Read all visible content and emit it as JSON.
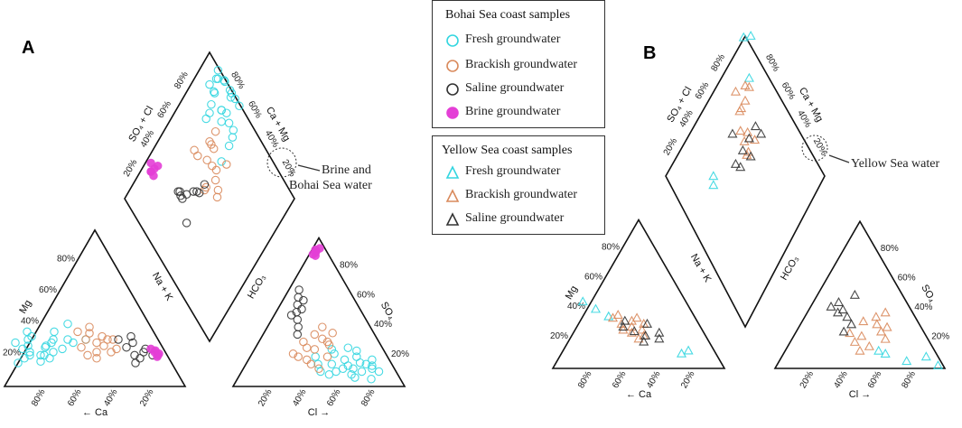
{
  "panels": {
    "a_label": "A",
    "b_label": "B"
  },
  "axis_labels": {
    "so4_cl": "SO₄ + Cl",
    "ca_mg": "Ca + Mg",
    "na_k": "Na + K",
    "hco3": "HCO₃",
    "mg": "Mg",
    "so4": "SO₄",
    "ca": "Ca",
    "cl": "Cl"
  },
  "ticks": [
    "20%",
    "40%",
    "60%",
    "80%"
  ],
  "legend_bohai": {
    "title": "Bohai Sea coast samples",
    "items": [
      {
        "label": "Fresh groundwater",
        "color": "#33d6e0",
        "marker": "circle"
      },
      {
        "label": "Brackish groundwater",
        "color": "#d98a5c",
        "marker": "circle"
      },
      {
        "label": "Saline groundwater",
        "color": "#333333",
        "marker": "circle"
      },
      {
        "label": "Brine groundwater",
        "color": "#e43fd6",
        "marker": "circle"
      }
    ]
  },
  "legend_yellow": {
    "title": "Yellow Sea coast samples",
    "items": [
      {
        "label": "Fresh groundwater",
        "color": "#33d6e0",
        "marker": "triangle"
      },
      {
        "label": "Brackish groundwater",
        "color": "#d98a5c",
        "marker": "triangle"
      },
      {
        "label": "Saline groundwater",
        "color": "#333333",
        "marker": "triangle"
      }
    ]
  },
  "annotations": {
    "brine_line1": "Brine and",
    "brine_line2": "Bohai Sea water",
    "yellow": "Yellow Sea water"
  },
  "chart_data": [
    {
      "type": "scatter",
      "title": "",
      "panel": "A",
      "series": [
        {
          "name": "Fresh groundwater",
          "color": "#33d6e0",
          "cation": [
            [
              70,
              20
            ],
            [
              75,
              22
            ],
            [
              65,
              25
            ],
            [
              80,
              18
            ],
            [
              72,
              30
            ],
            [
              60,
              28
            ],
            [
              78,
              24
            ],
            [
              68,
              20
            ],
            [
              74,
              26
            ],
            [
              62,
              22
            ],
            [
              85,
              15
            ],
            [
              70,
              35
            ],
            [
              66,
              18
            ],
            [
              58,
              30
            ],
            [
              76,
              20
            ],
            [
              64,
              26
            ],
            [
              72,
              16
            ],
            [
              80,
              28
            ],
            [
              56,
              24
            ],
            [
              69,
              32
            ],
            [
              55,
              35
            ],
            [
              50,
              30
            ],
            [
              45,
              40
            ],
            [
              48,
              28
            ],
            [
              40,
              30
            ]
          ],
          "anion": [
            [
              80,
              10
            ],
            [
              75,
              12
            ],
            [
              70,
              15
            ],
            [
              65,
              8
            ],
            [
              60,
              14
            ],
            [
              55,
              10
            ],
            [
              72,
              18
            ],
            [
              68,
              6
            ],
            [
              62,
              20
            ],
            [
              58,
              12
            ],
            [
              50,
              15
            ],
            [
              78,
              5
            ],
            [
              66,
              16
            ],
            [
              52,
              8
            ],
            [
              74,
              14
            ],
            [
              60,
              24
            ],
            [
              56,
              18
            ],
            [
              48,
              22
            ],
            [
              70,
              10
            ],
            [
              64,
              12
            ],
            [
              45,
              25
            ],
            [
              42,
              15
            ],
            [
              38,
              20
            ],
            [
              54,
              26
            ],
            [
              46,
              10
            ]
          ]
        },
        {
          "name": "Brackish groundwater",
          "color": "#d98a5c",
          "cation": [
            [
              45,
              25
            ],
            [
              40,
              30
            ],
            [
              35,
              28
            ],
            [
              30,
              32
            ],
            [
              38,
              22
            ],
            [
              42,
              35
            ],
            [
              32,
              26
            ],
            [
              28,
              30
            ],
            [
              36,
              34
            ],
            [
              44,
              20
            ],
            [
              26,
              24
            ],
            [
              34,
              38
            ],
            [
              40,
              18
            ],
            [
              30,
              22
            ],
            [
              25,
              30
            ]
          ],
          "anion": [
            [
              45,
              20
            ],
            [
              40,
              30
            ],
            [
              35,
              25
            ],
            [
              30,
              35
            ],
            [
              38,
              15
            ],
            [
              42,
              28
            ],
            [
              32,
              40
            ],
            [
              28,
              20
            ],
            [
              36,
              32
            ],
            [
              44,
              12
            ],
            [
              26,
              30
            ],
            [
              34,
              18
            ],
            [
              40,
              36
            ],
            [
              30,
              26
            ],
            [
              24,
              22
            ]
          ]
        },
        {
          "name": "Saline groundwater",
          "color": "#333333",
          "cation": [
            [
              20,
              25
            ],
            [
              15,
              28
            ],
            [
              18,
              20
            ],
            [
              12,
              22
            ],
            [
              22,
              30
            ],
            [
              10,
              24
            ],
            [
              16,
              18
            ],
            [
              14,
              32
            ],
            [
              8,
              20
            ],
            [
              20,
              15
            ]
          ],
          "anion": [
            [
              15,
              45
            ],
            [
              12,
              50
            ],
            [
              10,
              55
            ],
            [
              8,
              60
            ],
            [
              18,
              40
            ],
            [
              14,
              52
            ],
            [
              6,
              65
            ],
            [
              10,
              48
            ],
            [
              20,
              35
            ],
            [
              12,
              58
            ]
          ]
        },
        {
          "name": "Brine groundwater",
          "color": "#e43fd6",
          "cation": [
            [
              6,
              22
            ],
            [
              5,
              20
            ],
            [
              7,
              24
            ],
            [
              4,
              21
            ],
            [
              6,
              19
            ],
            [
              5,
              23
            ]
          ],
          "anion": [
            [
              3,
              90
            ],
            [
              2,
              92
            ],
            [
              4,
              88
            ],
            [
              3,
              91
            ],
            [
              2,
              89
            ],
            [
              4,
              93
            ]
          ]
        }
      ]
    },
    {
      "type": "scatter",
      "title": "",
      "panel": "B",
      "series": [
        {
          "name": "Fresh groundwater",
          "color": "#33d6e0",
          "cation": [
            [
              55,
              40
            ],
            [
              50,
              35
            ],
            [
              20,
              10
            ],
            [
              15,
              12
            ],
            [
              60,
              45
            ]
          ],
          "anion": [
            [
              95,
              2
            ],
            [
              75,
              5
            ],
            [
              60,
              10
            ],
            [
              55,
              12
            ],
            [
              85,
              8
            ]
          ]
        },
        {
          "name": "Brackish groundwater",
          "color": "#d98a5c",
          "cation": [
            [
              45,
              30
            ],
            [
              40,
              28
            ],
            [
              38,
              32
            ],
            [
              35,
              26
            ],
            [
              42,
              24
            ],
            [
              48,
              34
            ],
            [
              36,
              22
            ],
            [
              44,
              36
            ],
            [
              32,
              30
            ],
            [
              40,
              20
            ],
            [
              46,
              26
            ],
            [
              34,
              34
            ]
          ],
          "anion": [
            [
              55,
              20
            ],
            [
              50,
              25
            ],
            [
              45,
              30
            ],
            [
              40,
              22
            ],
            [
              48,
              15
            ],
            [
              42,
              35
            ],
            [
              38,
              18
            ],
            [
              52,
              28
            ],
            [
              36,
              32
            ],
            [
              44,
              12
            ],
            [
              46,
              38
            ],
            [
              32,
              24
            ]
          ]
        },
        {
          "name": "Saline groundwater",
          "color": "#333333",
          "cation": [
            [
              40,
              25
            ],
            [
              35,
              22
            ],
            [
              28,
              20
            ],
            [
              45,
              28
            ],
            [
              30,
              30
            ],
            [
              38,
              18
            ],
            [
              26,
              24
            ],
            [
              42,
              32
            ]
          ],
          "anion": [
            [
              30,
              30
            ],
            [
              25,
              35
            ],
            [
              20,
              40
            ],
            [
              15,
              45
            ],
            [
              28,
              25
            ],
            [
              22,
              50
            ],
            [
              18,
              38
            ],
            [
              12,
              42
            ]
          ]
        }
      ]
    }
  ]
}
